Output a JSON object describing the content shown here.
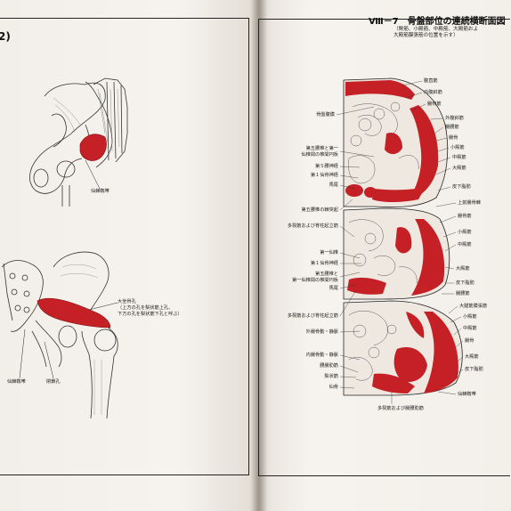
{
  "left_page": {
    "chapter_mark": "2)",
    "fig1_labels": {
      "sacrum_label": "仙棘靱帯"
    },
    "fig2_labels": {
      "foramen_label": "大坐骨孔",
      "foramen_note_1": "（上方の孔を梨状筋上孔、",
      "foramen_note_2": "下方の孔を梨状筋下孔と呼ぶ）",
      "ligament_label": "仙棘靱帯",
      "obturator_label": "閉鎖孔"
    }
  },
  "right_page": {
    "title": "Ⅷ－7　骨盤部位の連続横断面図",
    "caption_line1": "（臀筋、小殿筋、中殿筋、大殿筋およ",
    "caption_line2": "大殿筋膜張筋の位置を示す）",
    "labels_left": [
      "骨盤腹膜",
      "第五腰椎と第一",
      "仙椎間の椎間円板",
      "第５腰神経",
      "第１仙骨神経",
      "馬尾",
      "第五腰椎の棘突起",
      "多裂筋および脊柱起立筋",
      "第一仙椎",
      "第１仙骨神経",
      "第五腰椎と",
      "第一仙椎間の椎間円板",
      "馬尾",
      "多裂筋および脊柱起立筋",
      "外腸骨動・静脈",
      "内腸骨動・静脈",
      "腰腸肋筋",
      "梨状筋",
      "仙骨",
      "多裂筋および腸腰肋筋"
    ],
    "labels_right": [
      "腹直筋",
      "内腹斜筋",
      "腸骨筋",
      "外腹斜筋",
      "腸腰筋",
      "腸骨",
      "小殿筋",
      "中殿筋",
      "大殿筋",
      "皮下脂肪",
      "上前腸骨棘",
      "腸骨筋",
      "小殿筋",
      "中殿筋",
      "大殿筋",
      "皮下脂肪",
      "腸腰筋",
      "大腿筋膜張筋",
      "小殿筋",
      "中殿筋",
      "腸骨",
      "大殿筋",
      "皮下脂肪",
      "仙棘靱帯"
    ]
  },
  "colors": {
    "muscle_red": "#c42025",
    "line": "#222222",
    "paper": "#f4f1ec"
  }
}
